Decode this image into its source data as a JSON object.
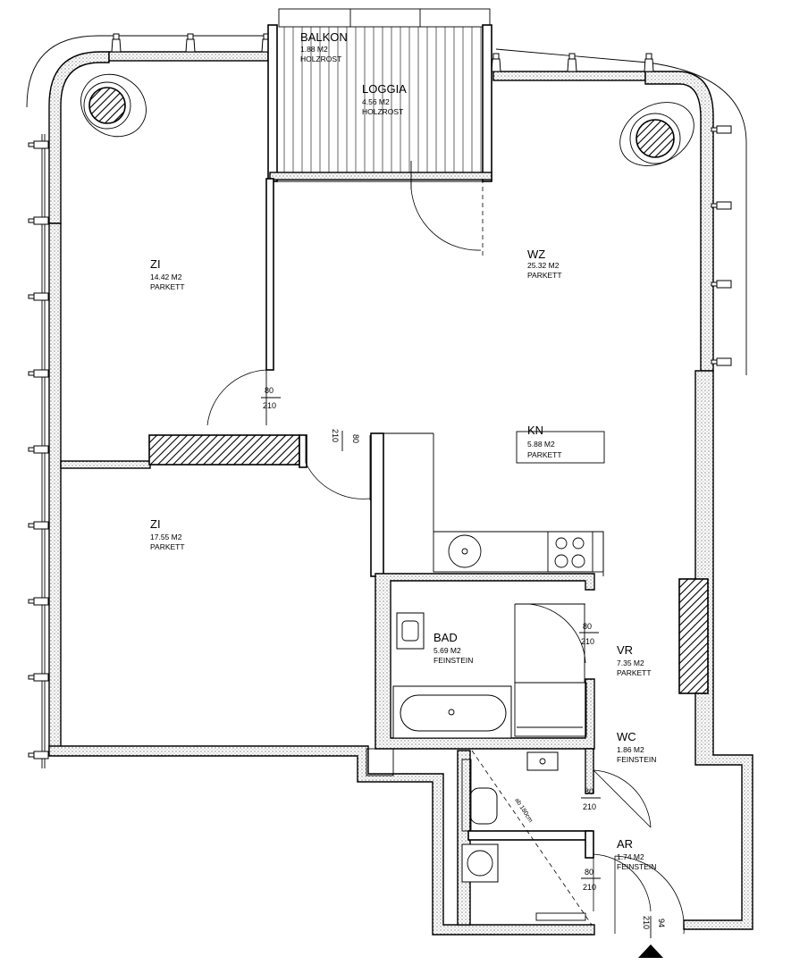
{
  "rooms": [
    {
      "id": "balkon",
      "name": "BALKON",
      "area": "1.88 M2",
      "floor": "HOLZROST"
    },
    {
      "id": "loggia",
      "name": "LOGGIA",
      "area": "4.56 M2",
      "floor": "HOLZROST"
    },
    {
      "id": "zi1",
      "name": "ZI",
      "area": "14.42 M2",
      "floor": "PARKETT"
    },
    {
      "id": "wz",
      "name": "WZ",
      "area": "25.32 M2",
      "floor": "PARKETT"
    },
    {
      "id": "kn",
      "name": "KN",
      "area": "5.88 M2",
      "floor": "PARKETT"
    },
    {
      "id": "zi2",
      "name": "ZI",
      "area": "17.55 M2",
      "floor": "PARKETT"
    },
    {
      "id": "bad",
      "name": "BAD",
      "area": "5.69 M2",
      "floor": "FEINSTEIN"
    },
    {
      "id": "vr",
      "name": "VR",
      "area": "7.35 M2",
      "floor": "PARKETT"
    },
    {
      "id": "wc",
      "name": "WC",
      "area": "1.86 M2",
      "floor": "FEINSTEIN"
    },
    {
      "id": "ar",
      "name": "AR",
      "area": "1.74 M2",
      "floor": "FEINSTEIN"
    }
  ],
  "doors": [
    {
      "id": "door-zi1",
      "width": "80",
      "height": "210"
    },
    {
      "id": "door-zi2",
      "width": "80",
      "height": "210"
    },
    {
      "id": "door-bad",
      "width": "80",
      "height": "210"
    },
    {
      "id": "door-wc",
      "width": "80",
      "height": "210"
    },
    {
      "id": "door-ar",
      "width": "80",
      "height": "210"
    },
    {
      "id": "door-entry",
      "width": "94",
      "height": "210"
    }
  ],
  "annotations": {
    "slope": "ab 180cm"
  }
}
